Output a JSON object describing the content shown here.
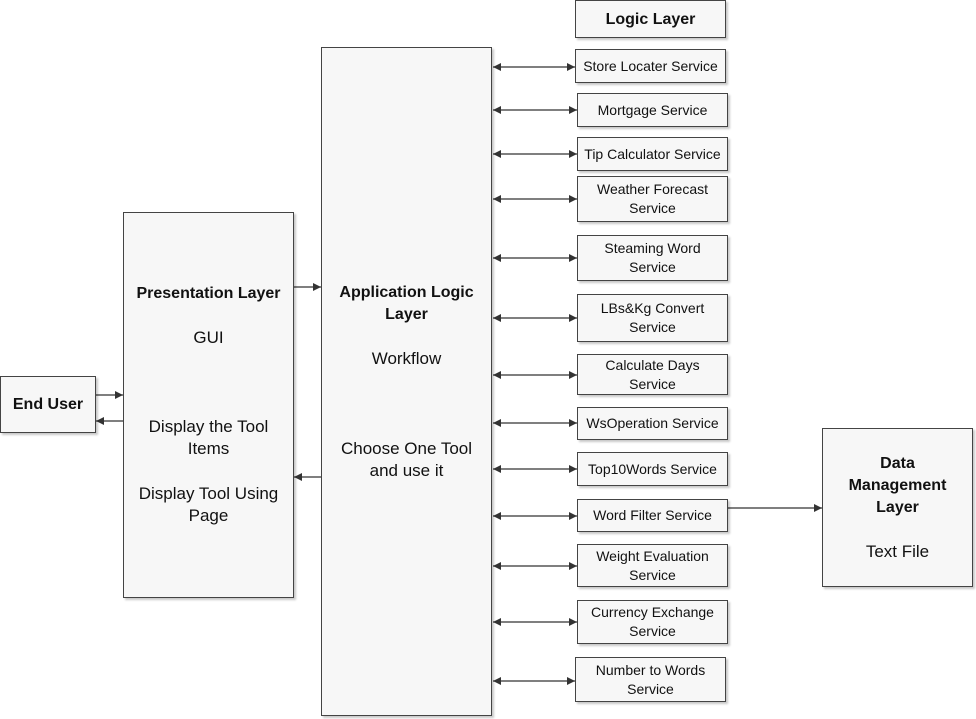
{
  "logic_layer": {
    "title": "Logic Layer"
  },
  "end_user": {
    "title": "End User"
  },
  "presentation_layer": {
    "title": "Presentation Layer",
    "gui": "GUI",
    "display_items": "Display the Tool Items",
    "display_page": "Display Tool Using Page"
  },
  "application_layer": {
    "title": "Application Logic Layer",
    "workflow": "Workflow",
    "choose": "Choose One Tool and use it"
  },
  "data_layer": {
    "title": "Data Management Layer",
    "storage": "Text File"
  },
  "services": [
    {
      "label": "Store Locater Service"
    },
    {
      "label": "Mortgage Service"
    },
    {
      "label": "Tip Calculator Service"
    },
    {
      "label": "Weather Forecast Service"
    },
    {
      "label": "Steaming Word Service"
    },
    {
      "label": "LBs&Kg Convert Service"
    },
    {
      "label": "Calculate Days Service"
    },
    {
      "label": "WsOperation Service"
    },
    {
      "label": "Top10Words Service"
    },
    {
      "label": "Word Filter Service"
    },
    {
      "label": "Weight Evaluation Service"
    },
    {
      "label": "Currency Exchange Service"
    },
    {
      "label": "Number to Words Service"
    }
  ]
}
